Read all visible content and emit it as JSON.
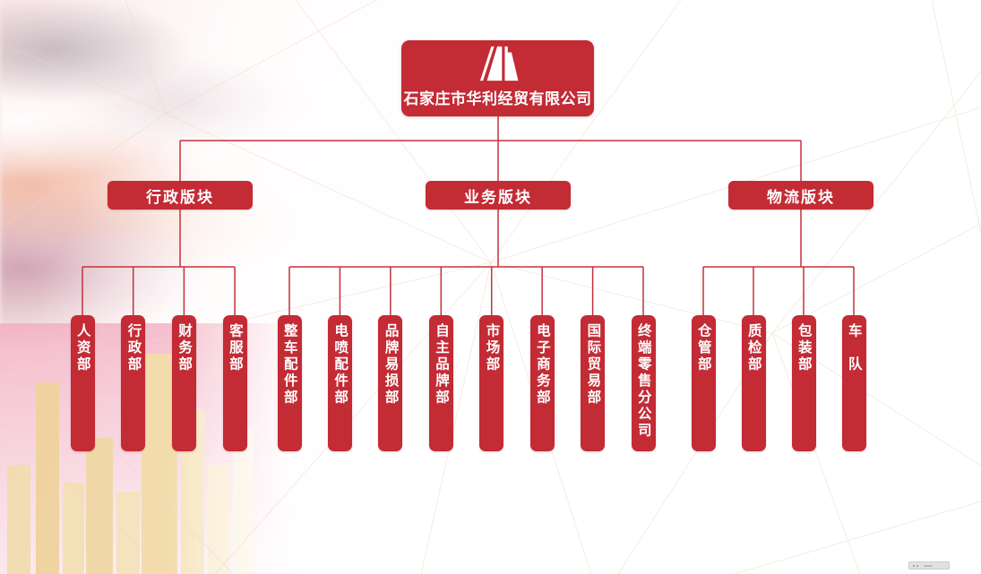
{
  "page": {
    "accent_color": "#c32b35",
    "line_color": "#c5303a",
    "mesh_color": "#ead9c0"
  },
  "org_chart": {
    "root": {
      "label": "石家庄市华利经贸有限公司",
      "logo_icon": "mountain-monogram-logo"
    },
    "groups": [
      {
        "label": "行政版块",
        "children": [
          "人资部",
          "行政部",
          "财务部",
          "客服部"
        ]
      },
      {
        "label": "业务版块",
        "children": [
          "整车配件部",
          "电喷配件部",
          "品牌易损部",
          "自主品牌部",
          "市场部",
          "电子商务部",
          "国际贸易部",
          "终端零售分公司"
        ]
      },
      {
        "label": "物流版块",
        "children": [
          "仓管部",
          "质检部",
          "包装部",
          "车　队"
        ]
      }
    ]
  }
}
